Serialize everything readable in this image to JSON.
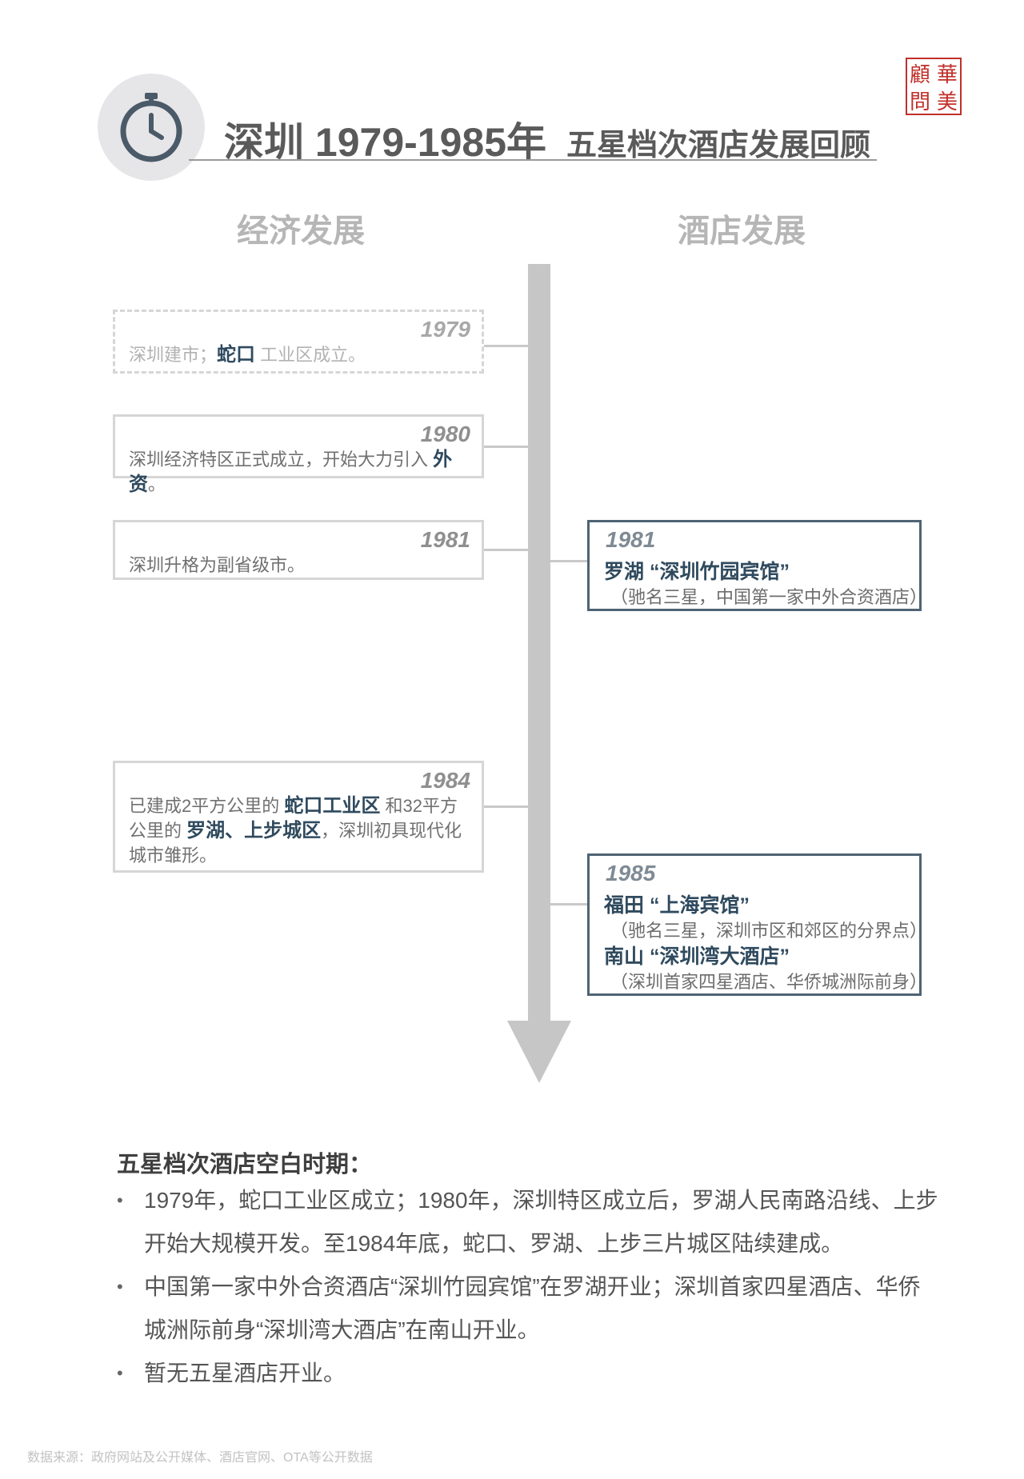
{
  "header": {
    "title_main": "深圳 1979-1985年",
    "title_sub": "五星档次酒店发展回顾",
    "seal_chars": [
      "顧",
      "華",
      "問",
      "美"
    ],
    "clock_icon": "stopwatch-icon"
  },
  "columns": {
    "left": "经济发展",
    "right": "酒店发展"
  },
  "economy": [
    {
      "year": "1979",
      "parts": [
        "深圳建市；",
        "蛇口",
        " 工业区成立。"
      ]
    },
    {
      "year": "1980",
      "parts": [
        "深圳经济特区正式成立，开始大力引入 ",
        "外资",
        "。"
      ]
    },
    {
      "year": "1981",
      "parts": [
        "深圳升格为副省级市。"
      ]
    },
    {
      "year": "1984",
      "parts": [
        "已建成2平方公里的 ",
        "蛇口工业区",
        " 和32平方公里的 ",
        "罗湖、上步城区",
        "，深圳初具现代化城市雏形。"
      ]
    }
  ],
  "hotels": [
    {
      "year": "1981",
      "entries": [
        {
          "name": "罗湖 “深圳竹园宾馆”",
          "note": "（驰名三星，中国第一家中外合资酒店）"
        }
      ]
    },
    {
      "year": "1985",
      "entries": [
        {
          "name": "福田 “上海宾馆”",
          "note": "（驰名三星，深圳市区和郊区的分界点）"
        },
        {
          "name": "南山 “深圳湾大酒店”",
          "note": "（深圳首家四星酒店、华侨城洲际前身）"
        }
      ]
    }
  ],
  "summary": {
    "title": "五星档次酒店空白时期：",
    "bullets": [
      "1979年，蛇口工业区成立；1980年，深圳特区成立后，罗湖人民南路沿线、上步开始大规模开发。至1984年底，蛇口、罗湖、上步三片城区陆续建成。",
      "中国第一家中外合资酒店“深圳竹园宾馆”在罗湖开业；深圳首家四星酒店、华侨城洲际前身“深圳湾大酒店”在南山开业。",
      "暂无五星酒店开业。"
    ]
  },
  "source": "数据来源：政府网站及公开媒体、酒店官网、OTA等公开数据",
  "colors": {
    "accent_navy": "#2f4a5e",
    "box_border_navy": "#4f6373",
    "seal_red": "#c0302a",
    "timeline_gray": "#c6c6c6"
  }
}
